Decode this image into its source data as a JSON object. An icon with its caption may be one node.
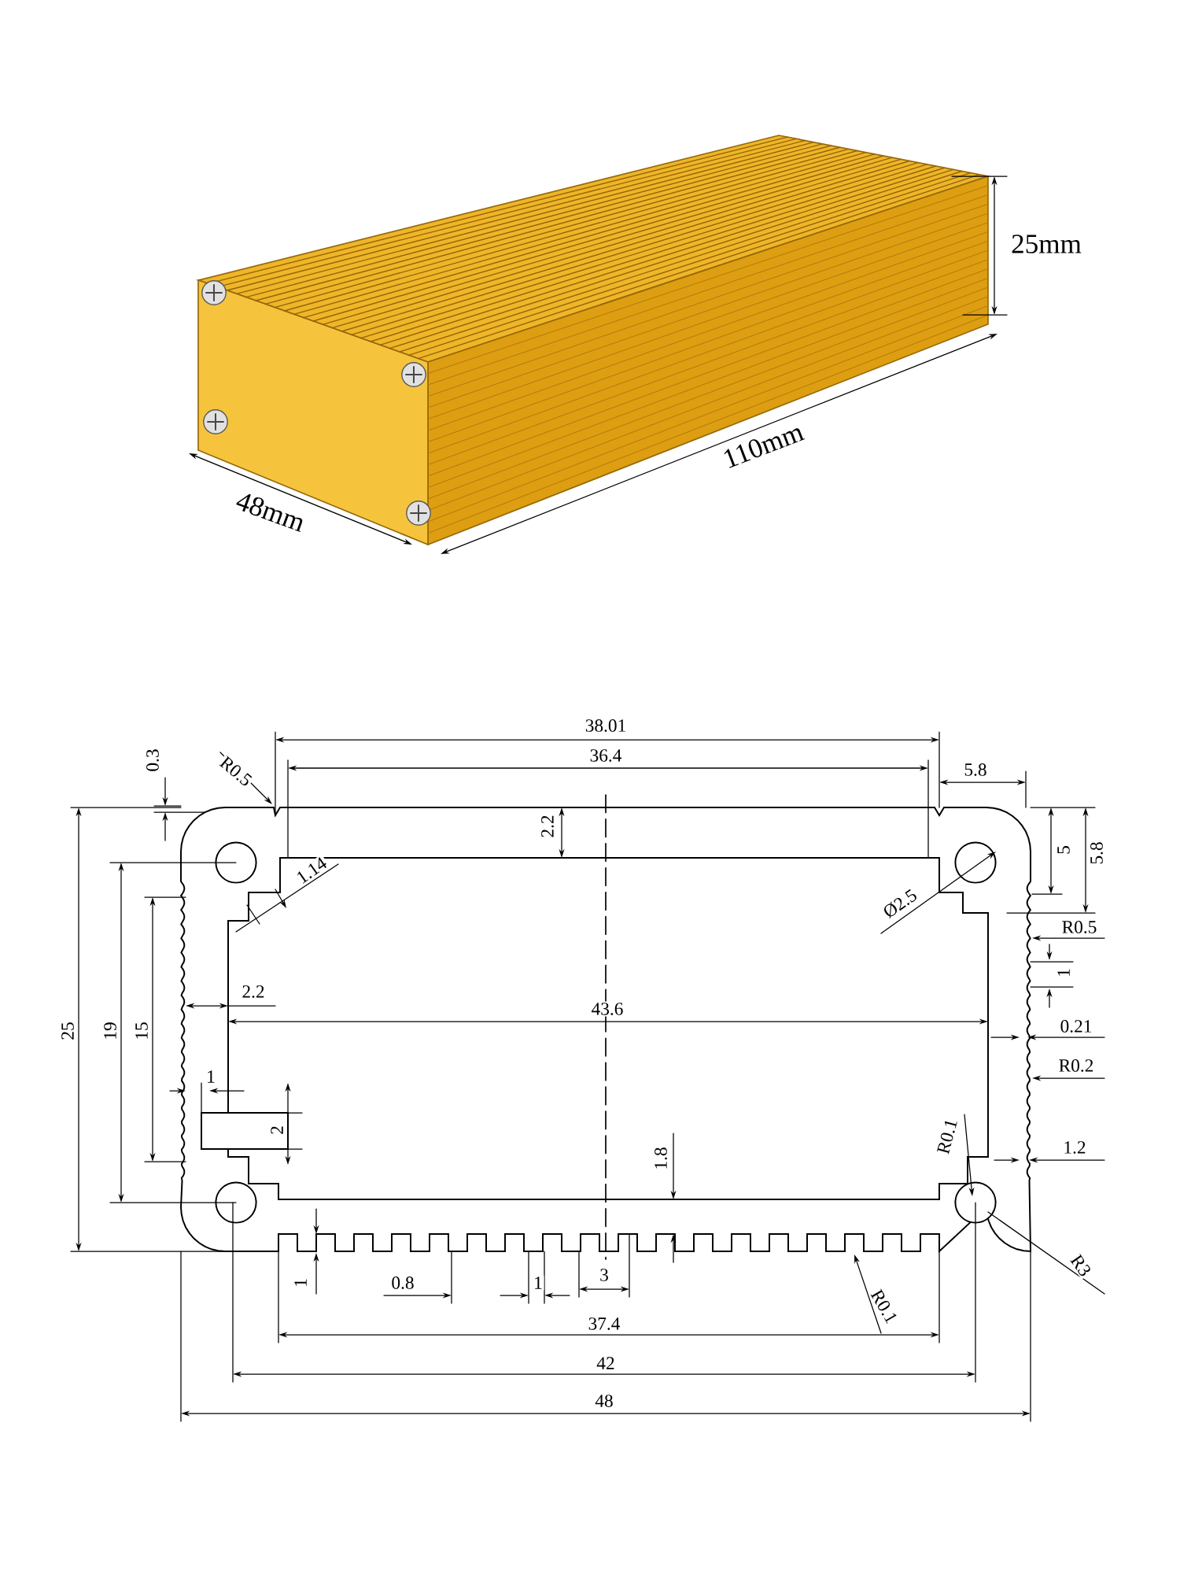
{
  "diagram": {
    "labels": [
      "25mm",
      "110mm",
      "48mm",
      "38.01",
      "36.4",
      "5.8",
      "0.3",
      "R0.5",
      "2.2",
      "5",
      "5.8",
      "1.14",
      "Ø2.5",
      "R0.5",
      "1",
      "2.2",
      "43.6",
      "0.21",
      "19",
      "15",
      "25",
      "1",
      "R0.2",
      "2",
      "R0.1",
      "1.2",
      "1.8",
      "1",
      "0.8",
      "1",
      "3",
      "R0.1",
      "R3",
      "37.4",
      "42",
      "48"
    ]
  }
}
